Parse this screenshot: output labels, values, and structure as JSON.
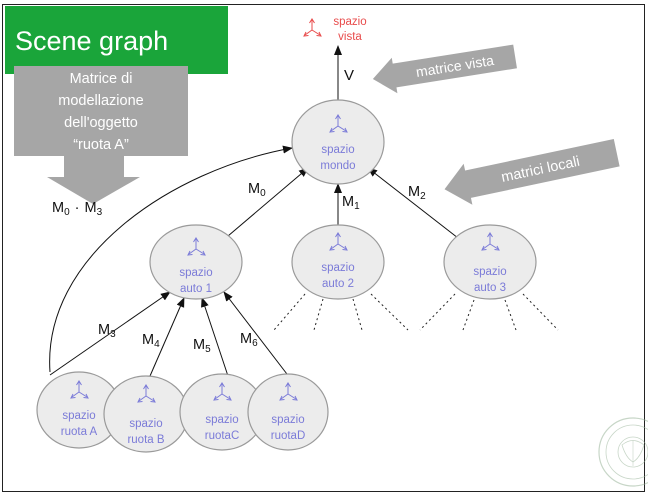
{
  "slide": {
    "title": "Scene graph"
  },
  "callouts": {
    "modeling_matrix": [
      "Matrice di",
      "modellazione",
      "dell'oggetto",
      "“ruota A”"
    ],
    "view_matrix": "matrice vista",
    "local_matrices": "matrici locali"
  },
  "nodes": {
    "view": [
      "spazio",
      "vista"
    ],
    "world": [
      "spazio",
      "mondo"
    ],
    "car1": [
      "spazio",
      "auto 1"
    ],
    "car2": [
      "spazio",
      "auto 2"
    ],
    "car3": [
      "spazio",
      "auto 3"
    ],
    "wheelA": [
      "spazio",
      "ruota A"
    ],
    "wheelB": [
      "spazio",
      "ruota B"
    ],
    "wheelC": [
      "spazio",
      "ruotaC"
    ],
    "wheelD": [
      "spazio",
      "ruotaD"
    ]
  },
  "edges": {
    "v": "V",
    "m": "M",
    "sub0": "0",
    "sub1": "1",
    "sub2": "2",
    "sub3": "3",
    "sub4": "4",
    "sub5": "5",
    "sub6": "6",
    "dot": "·"
  },
  "colors": {
    "title_bg": "#1aa53a",
    "callout_bg": "#a6a6a6",
    "node_fill": "#ececec",
    "node_text": "#7b7bd8",
    "view_text": "#e84b4b"
  }
}
